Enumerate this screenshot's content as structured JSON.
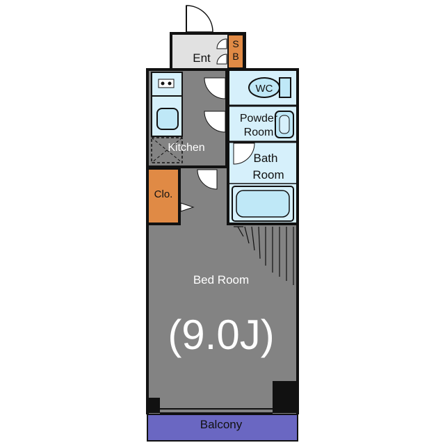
{
  "rooms": {
    "entrance": "Ent",
    "shoe_box_s": "S",
    "shoe_box_b": "B",
    "wc": "WC",
    "powder_line1": "Powder",
    "powder_line2": "Room",
    "bath_line1": "Bath",
    "bath_line2": "Room",
    "kitchen": "Kitchen",
    "closet": "Clo.",
    "bedroom": "Bed Room",
    "bedroom_size": "(9.0J)",
    "balcony": "Balcony"
  },
  "colors": {
    "floor_gray": "#838383",
    "entrance": "#e1e1e1",
    "wet_area": "#d6f0fb",
    "fixture": "#bfe8f7",
    "storage": "#e08a45",
    "balcony": "#6a67c2",
    "wall": "#111111"
  }
}
